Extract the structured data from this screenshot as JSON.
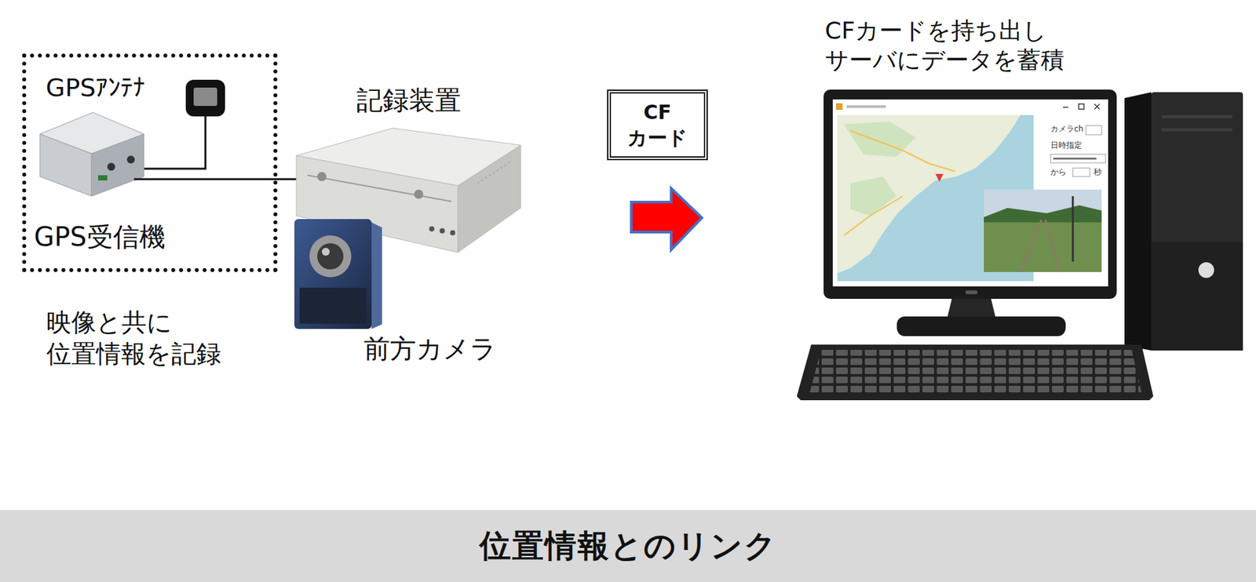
{
  "diagram": {
    "title": "位置情報とのリンク",
    "nodes": [
      {
        "text": [
          "GPSｱﾝﾃﾅ",
          "GPS受信機"
        ]
      },
      {
        "text": [
          "CF カード"
        ]
      }
    ],
    "labels": [
      "記録装置",
      "前方カメラ",
      "映像と共に 位置情報を記録",
      "CFカードを持ち出し サーバにデータを蓄積",
      "カメラch",
      "日時指定",
      "から",
      "秒"
    ]
  }
}
